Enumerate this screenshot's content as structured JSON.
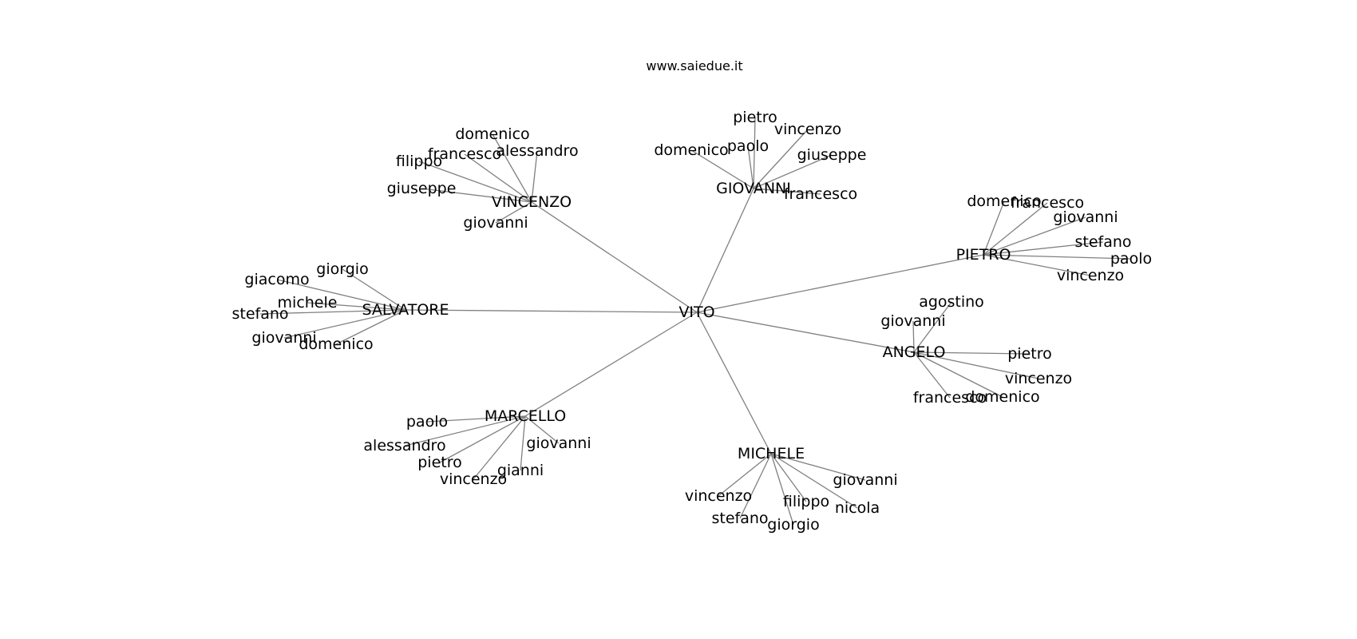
{
  "header": {
    "site": "www.saiedue.it"
  },
  "colors": {
    "edge": "#808080",
    "text": "#000000",
    "background": "#ffffff"
  },
  "graph": {
    "center": "VITO",
    "hubs": [
      {
        "id": "VINCENZO",
        "label": "VINCENZO",
        "leaves": [
          "domenico",
          "alessandro",
          "francesco",
          "filippo",
          "giuseppe",
          "giovanni"
        ]
      },
      {
        "id": "GIOVANNI",
        "label": "GIOVANNI",
        "leaves": [
          "pietro",
          "vincenzo",
          "paolo",
          "domenico",
          "giuseppe",
          "francesco"
        ]
      },
      {
        "id": "PIETRO",
        "label": "PIETRO",
        "leaves": [
          "domenico",
          "francesco",
          "giovanni",
          "stefano",
          "paolo",
          "vincenzo"
        ]
      },
      {
        "id": "SALVATORE",
        "label": "SALVATORE",
        "leaves": [
          "giorgio",
          "giacomo",
          "michele",
          "stefano",
          "giovanni",
          "domenico"
        ]
      },
      {
        "id": "ANGELO",
        "label": "ANGELO",
        "leaves": [
          "agostino",
          "giovanni",
          "pietro",
          "vincenzo",
          "francesco",
          "domenico"
        ]
      },
      {
        "id": "MARCELLO",
        "label": "MARCELLO",
        "leaves": [
          "paolo",
          "alessandro",
          "giovanni",
          "pietro",
          "gianni",
          "vincenzo"
        ]
      },
      {
        "id": "MICHELE",
        "label": "MICHELE",
        "leaves": [
          "giovanni",
          "vincenzo",
          "filippo",
          "nicola",
          "stefano",
          "giorgio"
        ]
      }
    ]
  }
}
